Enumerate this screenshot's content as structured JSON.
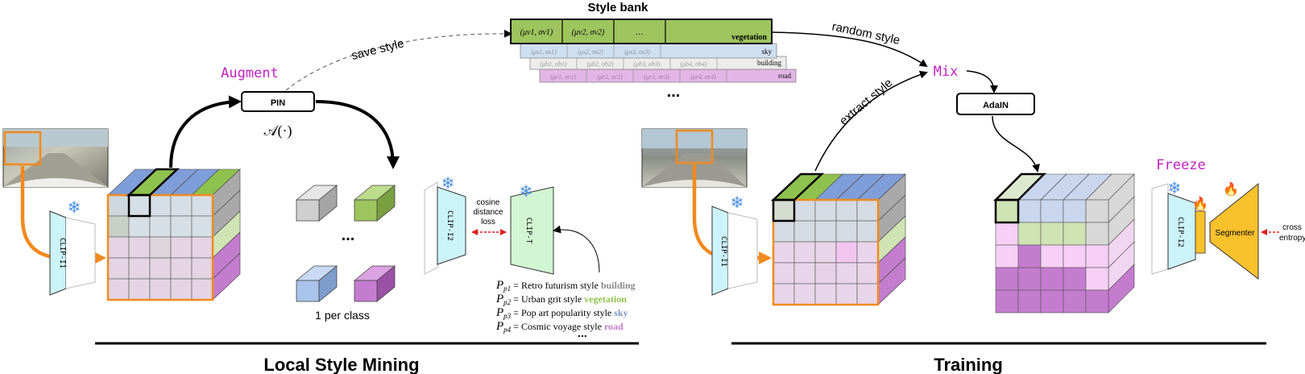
{
  "style_bank": {
    "title": "Style bank",
    "rows": [
      {
        "cells": [
          "(μv1, σv1)",
          "(μv2, σv2)",
          "…"
        ],
        "label": "vegetation",
        "color": "#9dc45d"
      },
      {
        "cells": [
          "(μs1, σs1)",
          "(μs2, σs2)",
          "(μs3, σs3)"
        ],
        "label": "sky",
        "color": "#cfdff2"
      },
      {
        "cells": [
          "(μb1, σb1)",
          "(μb2, σb2)",
          "(μb3, σb3)",
          "(μb4, σb4)"
        ],
        "label": "building",
        "color": "#ececec"
      },
      {
        "cells": [
          "(μr1, σr1)",
          "(μr2, σr2)",
          "(μr3, σr3)",
          "(μr4, σr4)"
        ],
        "label": "road",
        "color": "#e3b5e6"
      }
    ],
    "more": "..."
  },
  "left": {
    "augment": "Augment",
    "pin": "PIN",
    "aug_fn": "𝒜(·)",
    "save_style": "save style",
    "clip_i1": "CLIP-I1",
    "clip_i2": "CLIP-I2",
    "clip_t": "CLIP-T",
    "cosine": [
      "cosine",
      "distance",
      "loss"
    ],
    "one_per_class": "1 per class",
    "dots": "...",
    "prompts": [
      {
        "sub": "p1",
        "text": "Retro futurism style ",
        "cls": "building",
        "color": "#8c8c8c"
      },
      {
        "sub": "p2",
        "text": "Urban grit style ",
        "cls": "vegetation",
        "color": "#8fc14e"
      },
      {
        "sub": "p3",
        "text": "Pop art popularity style ",
        "cls": "sky",
        "color": "#7f93c8"
      },
      {
        "sub": "p4",
        "text": "Cosmic voyage style ",
        "cls": "road",
        "color": "#c47ccf"
      }
    ],
    "prompts_more": "...",
    "section": "Local Style Mining"
  },
  "right": {
    "random_style": "random style",
    "extract_style": "extract style",
    "mix": "Mix",
    "adain": "AdaIN",
    "freeze": "Freeze",
    "clip_i1": "CLIP-I1",
    "clip_i2": "CLIP-I2",
    "segmenter": "Segmenter",
    "cross_entropy": [
      "cross",
      "entropy"
    ],
    "section": "Training"
  },
  "colors": {
    "orange": "#f08a1e",
    "magenta": "#c020c0",
    "clip": "#ccf3f8",
    "clipt": "#d2f5d2",
    "seg": "#f9c12c"
  }
}
